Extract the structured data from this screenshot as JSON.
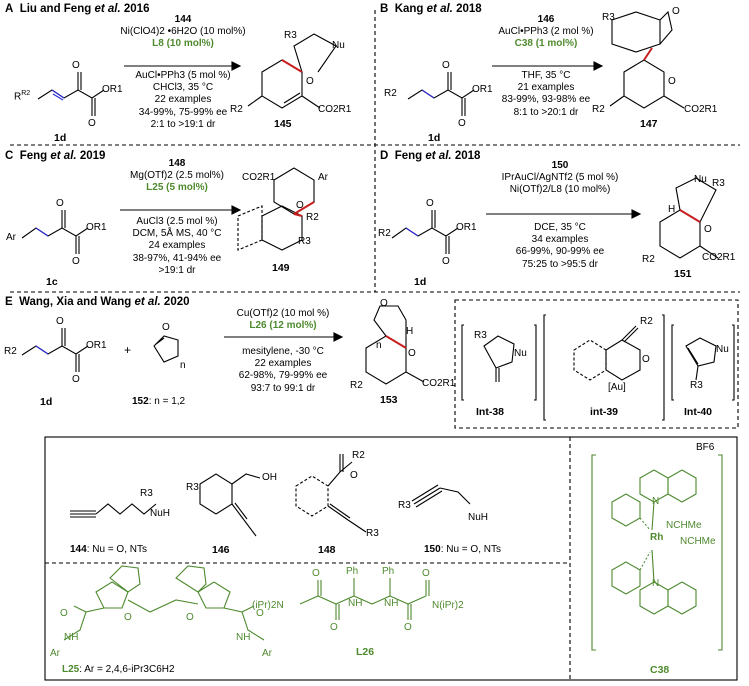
{
  "colors": {
    "blue": "#2b2bd6",
    "red": "#c81e1e",
    "green": "#4e8a2e",
    "black": "#000000"
  },
  "panels": {
    "A": {
      "letter": "A",
      "authors": "Liu and Feng",
      "etal": "et al.",
      "year": "2016",
      "substrate": "1d",
      "reagent": "144",
      "cond_top": [
        "Ni(ClO4)2 •6H2O (10 mol%)",
        "L8 (10 mol%)"
      ],
      "cond_bottom": [
        "AuCl•PPh3 (5 mol %)",
        "CHCl3, 35 °C",
        "22 examples",
        "34-99%, 75-99% ee",
        "2:1 to >19:1 dr"
      ],
      "product": "145"
    },
    "B": {
      "letter": "B",
      "authors": "Kang",
      "etal": "et al.",
      "year": "2018",
      "substrate": "1d",
      "reagent": "146",
      "cond_top": [
        "AuCl•PPh3 (2 mol %)",
        "C38 (1 mol%)"
      ],
      "cond_bottom": [
        "THF, 35 °C",
        "21 examples",
        "83-99%, 93-98% ee",
        "8:1 to >20:1 dr"
      ],
      "product": "147"
    },
    "C": {
      "letter": "C",
      "authors": "Feng",
      "etal": "et al.",
      "year": "2019",
      "substrate": "1c",
      "reagent": "148",
      "cond_top": [
        "Mg(OTf)2 (2.5 mol%)",
        "L25 (5 mol%)"
      ],
      "cond_bottom": [
        "AuCl3 (2.5 mol %)",
        "DCM, 5Å MS,  40 °C",
        "24 examples",
        "38-97%, 41-94% ee",
        ">19:1 dr"
      ],
      "product": "149"
    },
    "D": {
      "letter": "D",
      "authors": "Feng",
      "etal": "et al.",
      "year": "2018",
      "substrate": "1d",
      "reagent": "150",
      "cond_top": [
        "IPrAuCl/AgNTf2 (5 mol %)",
        "Ni(OTf)2/L8 (10 mol%)"
      ],
      "cond_bottom": [
        "DCE, 35 °C",
        "34 examples",
        "66-99%, 90-99% ee",
        "75:25 to >95:5 dr"
      ],
      "product": "151"
    },
    "E": {
      "letter": "E",
      "authors": "Wang, Xia and Wang",
      "etal": "et al.",
      "year": "2020",
      "substrate": "1d",
      "reagent_label": "152",
      "reagent_note": ": n = 1,2",
      "plus": "+",
      "cond_top": [
        "Cu(OTf)2 (10 mol %)",
        "L26 (12 mol%)"
      ],
      "cond_bottom": [
        "mesitylene, -30 °C",
        "22 examples",
        "62-98%, 79-99% ee",
        "93:7 to 99:1 dr"
      ],
      "product": "153"
    }
  },
  "intermediates": [
    "Int-38",
    "int-39",
    "Int-40"
  ],
  "ligands": {
    "r144": "144",
    "r144_note": ": Nu = O, NTs",
    "r146": "146",
    "r148": "148",
    "r150": "150",
    "r150_note": ": Nu = O, NTs",
    "L25": "L25",
    "L25_note": ": Ar = 2,4,6-iPr3C6H2",
    "L26": "L26",
    "C38": "C38"
  },
  "atoms": {
    "R1": "R1",
    "R2": "R2",
    "R3": "R3",
    "OR1": "OR1",
    "CO2R1": "CO2R1",
    "O": "O",
    "Nu": "Nu",
    "NuH": "NuH",
    "OH": "OH",
    "Ar": "Ar",
    "Ph": "Ph",
    "Au": "[Au]",
    "n": "n",
    "H": "H",
    "Rh": "Rh",
    "NCHMe": "NCHMe",
    "BF6": "BF6",
    "N": "N",
    "NH": "NH",
    "iPr2N": "(iPr)2N",
    "NiPr2": "N(iPr)2"
  }
}
